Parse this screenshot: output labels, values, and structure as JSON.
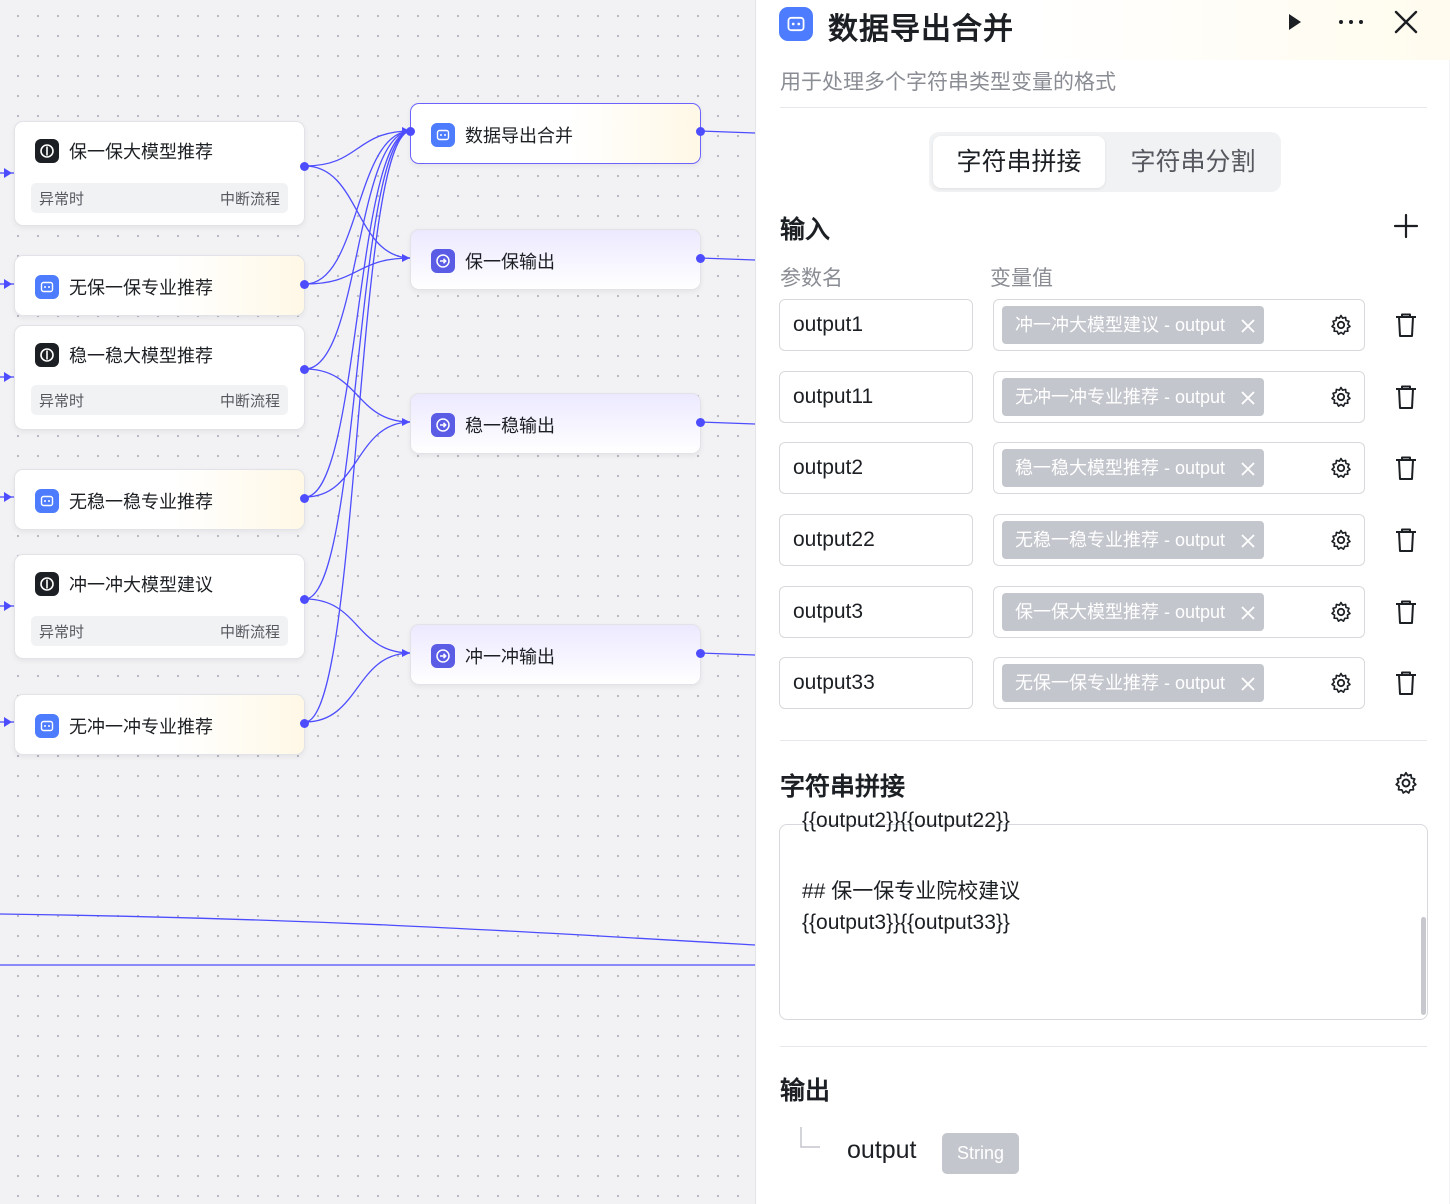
{
  "canvas": {
    "nodes": {
      "bao_model": {
        "title": "保一保大模型推荐",
        "foot_left": "异常时",
        "foot_right": "中断流程"
      },
      "bao_major": {
        "title": "无保一保专业推荐"
      },
      "wen_model": {
        "title": "稳一稳大模型推荐",
        "foot_left": "异常时",
        "foot_right": "中断流程"
      },
      "wen_major": {
        "title": "无稳一稳专业推荐"
      },
      "chong_model": {
        "title": "冲一冲大模型建议",
        "foot_left": "异常时",
        "foot_right": "中断流程"
      },
      "chong_major": {
        "title": "无冲一冲专业推荐"
      },
      "merge": {
        "title": "数据导出合并"
      },
      "bao_out": {
        "title": "保一保输出"
      },
      "wen_out": {
        "title": "稳一稳输出"
      },
      "chong_out": {
        "title": "冲一冲输出"
      }
    }
  },
  "panel": {
    "title": "数据导出合并",
    "description": "用于处理多个字符串类型变量的格式",
    "tabs": [
      {
        "label": "字符串拼接",
        "active": true
      },
      {
        "label": "字符串分割",
        "active": false
      }
    ],
    "input": {
      "title": "输入",
      "col_name": "参数名",
      "col_value": "变量值",
      "rows": [
        {
          "name": "output1",
          "value": "冲一冲大模型建议 - output"
        },
        {
          "name": "output11",
          "value": "无冲一冲专业推荐 - output"
        },
        {
          "name": "output2",
          "value": "稳一稳大模型推荐 - output"
        },
        {
          "name": "output22",
          "value": "无稳一稳专业推荐 - output"
        },
        {
          "name": "output3",
          "value": "保一保大模型推荐 - output"
        },
        {
          "name": "output33",
          "value": "无保一保专业推荐 - output"
        }
      ]
    },
    "concat": {
      "title": "字符串拼接",
      "partial_line": "{{output2}}{{output22}}",
      "lines": [
        "## 保一保专业院校建议",
        "{{output3}}{{output33}}"
      ]
    },
    "output": {
      "title": "输出",
      "name": "output",
      "type": "String"
    }
  },
  "colors": {
    "accent": "#4d4dff",
    "tag_bg": "#c4c6cd",
    "icon_blue": "#4d7cfe",
    "icon_indigo": "#5b5ce6"
  }
}
